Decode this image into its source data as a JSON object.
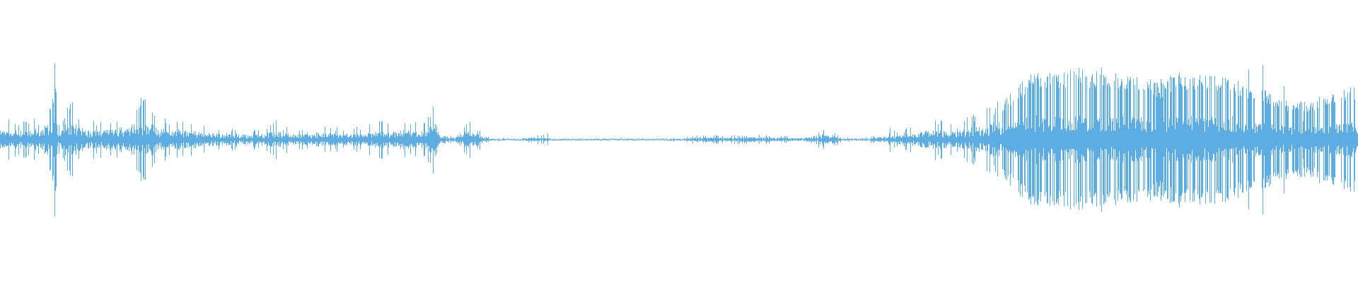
{
  "waveform": {
    "color": "#5DADE2",
    "background": "#FFFFFF",
    "envelope": [
      [
        0,
        0.24
      ],
      [
        45,
        0.22
      ],
      [
        50,
        0.32
      ],
      [
        55,
        0.23
      ],
      [
        75,
        0.54
      ],
      [
        77,
        0.96
      ],
      [
        80,
        0.44
      ],
      [
        83,
        0.2
      ],
      [
        100,
        0.56
      ],
      [
        103,
        0.62
      ],
      [
        108,
        0.34
      ],
      [
        120,
        0.26
      ],
      [
        140,
        0.22
      ],
      [
        180,
        0.34
      ],
      [
        205,
        0.56
      ],
      [
        220,
        0.31
      ],
      [
        260,
        0.24
      ],
      [
        300,
        0.16
      ],
      [
        330,
        0.13
      ],
      [
        360,
        0.12
      ],
      [
        390,
        0.2
      ],
      [
        420,
        0.12
      ],
      [
        450,
        0.19
      ],
      [
        480,
        0.14
      ],
      [
        510,
        0.16
      ],
      [
        540,
        0.23
      ],
      [
        560,
        0.2
      ],
      [
        570,
        0.26
      ],
      [
        600,
        0.21
      ],
      [
        612,
        0.46
      ],
      [
        616,
        0.22
      ],
      [
        625,
        0.12
      ],
      [
        640,
        0.03
      ],
      [
        655,
        0.22
      ],
      [
        665,
        0.26
      ],
      [
        680,
        0.1
      ],
      [
        695,
        0.02
      ],
      [
        730,
        0.01
      ],
      [
        774,
        0.08
      ],
      [
        778,
        0.01
      ],
      [
        860,
        0.01
      ],
      [
        900,
        0.01
      ],
      [
        940,
        0.01
      ],
      [
        985,
        0.05
      ],
      [
        1080,
        0.06
      ],
      [
        1134,
        0.03
      ],
      [
        1160,
        0.12
      ],
      [
        1180,
        0.09
      ],
      [
        1190,
        0.02
      ],
      [
        1220,
        0.02
      ],
      [
        1280,
        0.13
      ],
      [
        1320,
        0.24
      ],
      [
        1350,
        0.2
      ],
      [
        1420,
        0.48
      ],
      [
        1460,
        0.88
      ],
      [
        1495,
        0.85
      ],
      [
        1530,
        0.87
      ],
      [
        1570,
        0.84
      ],
      [
        1610,
        0.8
      ],
      [
        1640,
        0.69
      ],
      [
        1660,
        0.82
      ],
      [
        1690,
        0.85
      ],
      [
        1720,
        0.8
      ],
      [
        1745,
        0.75
      ],
      [
        1780,
        0.64
      ],
      [
        1810,
        0.5
      ],
      [
        1850,
        0.46
      ],
      [
        1890,
        0.58
      ],
      [
        1915,
        0.66
      ],
      [
        1920,
        0.66
      ]
    ],
    "transients": [
      [
        12,
        0.22
      ],
      [
        52,
        0.4
      ],
      [
        76,
        0.96
      ],
      [
        104,
        0.62
      ],
      [
        140,
        0.28
      ],
      [
        184,
        0.36
      ],
      [
        205,
        0.56
      ],
      [
        225,
        0.3
      ],
      [
        262,
        0.2
      ],
      [
        320,
        0.18
      ],
      [
        390,
        0.24
      ],
      [
        448,
        0.22
      ],
      [
        503,
        0.18
      ],
      [
        560,
        0.3
      ],
      [
        574,
        0.28
      ],
      [
        611,
        0.5
      ],
      [
        665,
        0.28
      ],
      [
        776,
        0.08
      ],
      [
        986,
        0.06
      ],
      [
        1084,
        0.07
      ],
      [
        1132,
        0.05
      ],
      [
        1164,
        0.14
      ],
      [
        1177,
        0.12
      ],
      [
        1224,
        0.08
      ],
      [
        1258,
        0.16
      ],
      [
        1300,
        0.21
      ],
      [
        1328,
        0.26
      ],
      [
        1382,
        0.4
      ],
      [
        1408,
        0.44
      ],
      [
        1438,
        0.53
      ],
      [
        1460,
        0.88
      ],
      [
        1487,
        0.8
      ],
      [
        1518,
        0.94
      ],
      [
        1532,
        0.72
      ],
      [
        1557,
        0.92
      ],
      [
        1580,
        0.69
      ],
      [
        1605,
        0.81
      ],
      [
        1616,
        0.78
      ],
      [
        1641,
        0.86
      ],
      [
        1667,
        0.83
      ],
      [
        1690,
        0.82
      ],
      [
        1716,
        0.79
      ],
      [
        1742,
        0.88
      ],
      [
        1765,
        0.9
      ],
      [
        1785,
        0.92
      ],
      [
        1815,
        0.73
      ],
      [
        1842,
        0.7
      ],
      [
        1865,
        0.64
      ],
      [
        1893,
        0.66
      ],
      [
        1910,
        0.68
      ]
    ]
  }
}
